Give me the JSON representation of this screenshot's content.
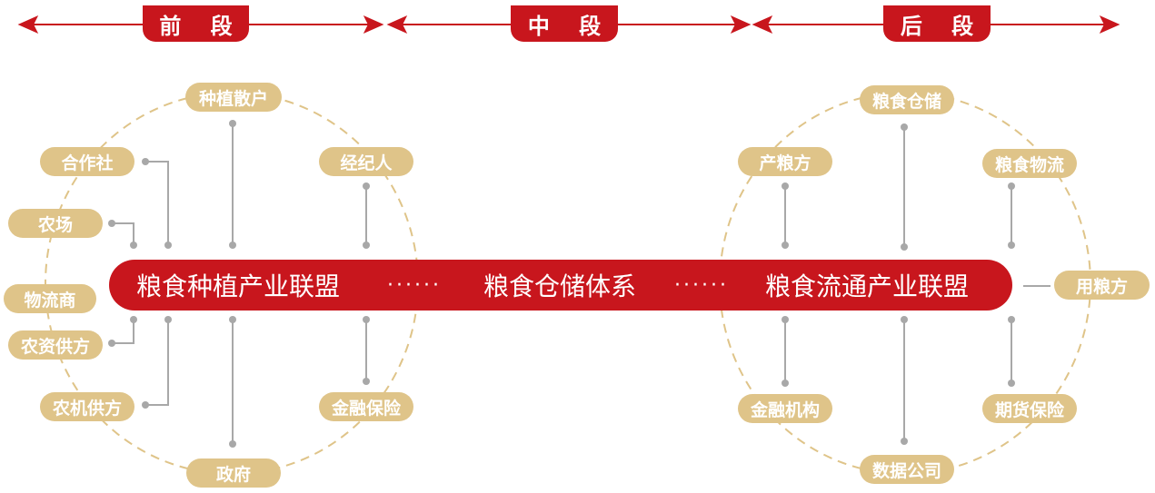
{
  "stages": {
    "front": "前 段",
    "middle": "中 段",
    "back": "后 段"
  },
  "bar": {
    "left_label": "粮食种植产业联盟",
    "separator": "······",
    "center_label": "粮食仓储体系",
    "right_label": "粮食流通产业联盟"
  },
  "left_group": {
    "top": "种植散户",
    "coop": "合作社",
    "farm": "农场",
    "logistics": "物流商",
    "agri_supply": "农资供方",
    "machine_supply": "农机供方",
    "broker": "经纪人",
    "finance": "金融保险",
    "gov": "政府"
  },
  "right_group": {
    "storage": "粮食仓储",
    "producer": "产粮方",
    "logistics": "粮食物流",
    "user": "用粮方",
    "finance_org": "金融机构",
    "futures": "期货保险",
    "data": "数据公司"
  },
  "colors": {
    "red": "#c8161d",
    "gold": "#dfc489",
    "connector": "#a8a8a8"
  }
}
